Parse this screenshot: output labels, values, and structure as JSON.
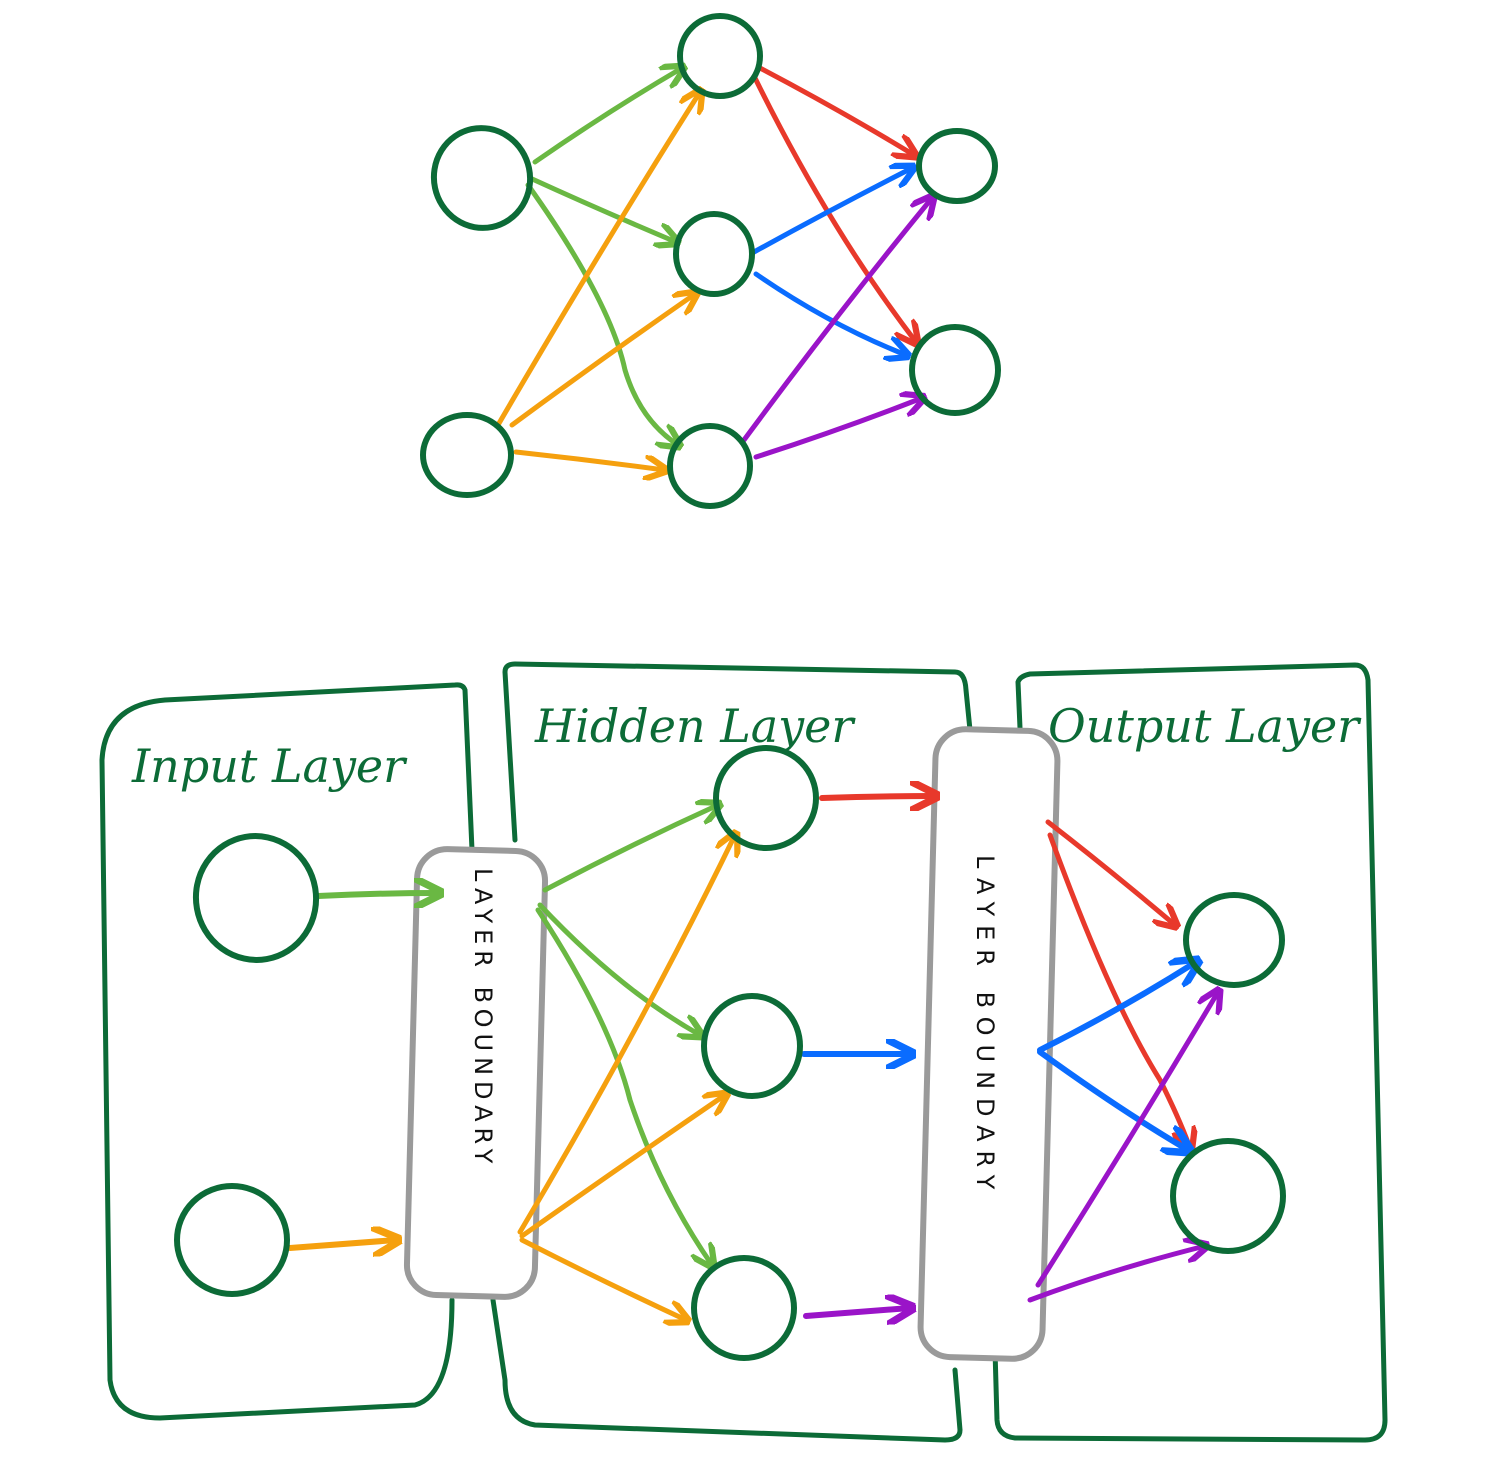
{
  "colors": {
    "node": "#0c6b37",
    "boundary": "#9a9a9a",
    "input1_edges": "#6ab843",
    "input2_edges": "#f5a00e",
    "hidden1_edges": "#e8392b",
    "hidden2_edges": "#0a6cff",
    "hidden3_edges": "#9a14c8",
    "boundary_text": "#111111"
  },
  "panels": {
    "input": {
      "label": "Input Layer"
    },
    "hidden": {
      "label": "Hidden Layer"
    },
    "output": {
      "label": "Output Layer"
    }
  },
  "boundary_left": {
    "text": "LAYER BOUNDARY"
  },
  "boundary_right": {
    "text": "LAYER BOUNDARY"
  },
  "top_network": {
    "layers": {
      "input": 2,
      "hidden": 3,
      "output": 2
    }
  }
}
